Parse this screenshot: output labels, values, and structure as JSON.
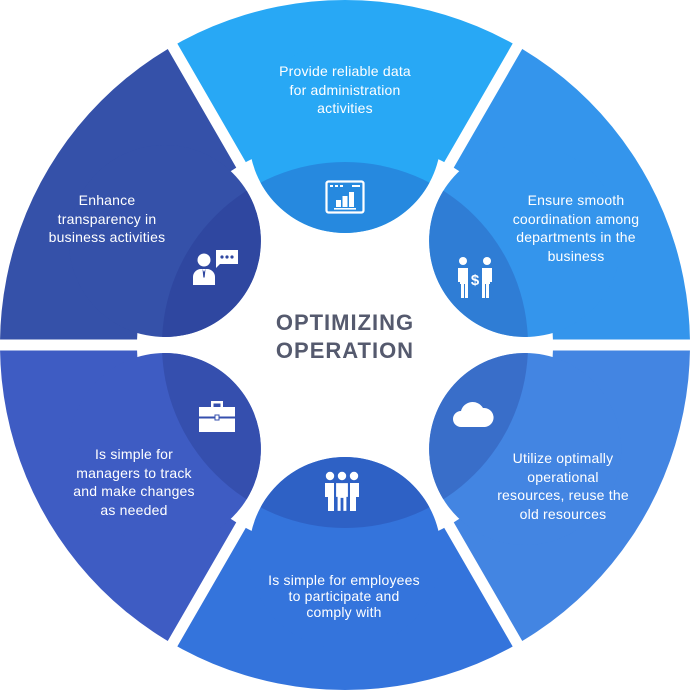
{
  "title": {
    "lines": [
      "OPTIMIZING",
      "OPERATION"
    ],
    "color": "#555a6e"
  },
  "segments": [
    {
      "id": "top",
      "lines": [
        "Provide reliable data",
        "for administration",
        "activities"
      ],
      "icon": "dashboard-chart-icon",
      "color": "#28a8f5",
      "inner_color": "#2689df"
    },
    {
      "id": "upper-right",
      "lines": [
        "Ensure smooth",
        "coordination among",
        "departments in the",
        "business"
      ],
      "icon": "business-handshake-money-icon",
      "color": "#3495ec",
      "inner_color": "#2f7dd5"
    },
    {
      "id": "lower-right",
      "lines": [
        "Utilize optimally",
        "operational",
        "resources, reuse the",
        "old resources"
      ],
      "icon": "cloud-icon",
      "color": "#4385e2",
      "inner_color": "#396ec9"
    },
    {
      "id": "bottom",
      "lines": [
        "Is simple for employees",
        "to participate and",
        "comply with"
      ],
      "icon": "team-people-icon",
      "color": "#3474dc",
      "inner_color": "#2e61c5"
    },
    {
      "id": "lower-left",
      "lines": [
        "Is simple for",
        "managers to track",
        "and make changes",
        "as needed"
      ],
      "icon": "briefcase-icon",
      "color": "#3e5cc3",
      "inner_color": "#354fae"
    },
    {
      "id": "upper-left",
      "lines": [
        "Enhance",
        "transparency in",
        "business activities"
      ],
      "icon": "person-chat-icon",
      "color": "#3551a9",
      "inner_color": "#2f47a0"
    }
  ]
}
